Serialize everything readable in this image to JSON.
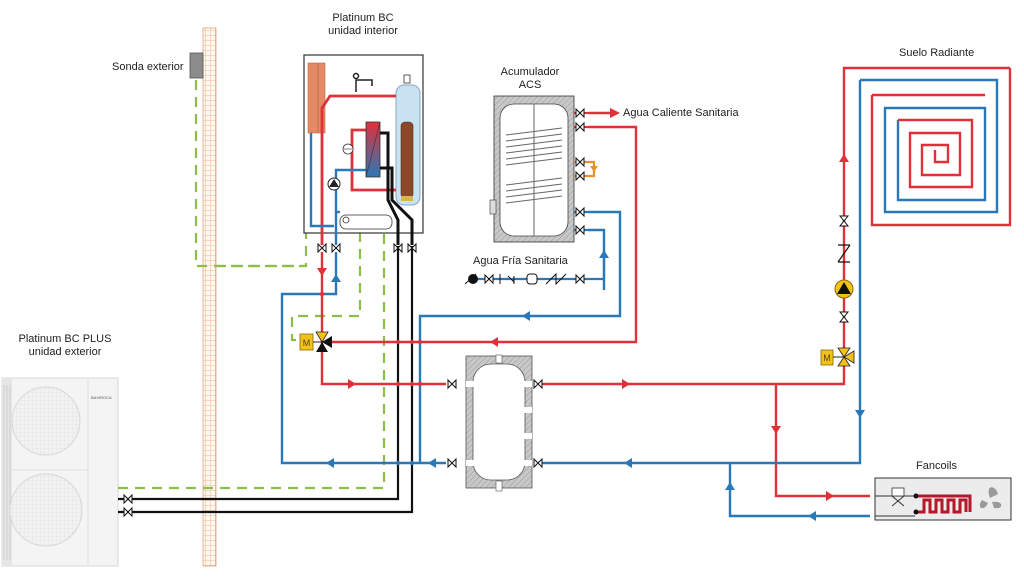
{
  "diagram": {
    "type": "heat-pump hydraulic schematic",
    "labels": {
      "indoor_unit_line1": "Platinum BC",
      "indoor_unit_line2": "unidad interior",
      "outdoor_unit_line1": "Platinum BC PLUS",
      "outdoor_unit_line2": "unidad exterior",
      "outdoor_sensor": "Sonda exterior",
      "dhw_tank_line1": "Acumulador",
      "dhw_tank_line2": "ACS",
      "hot_water_out": "Agua Caliente Sanitaria",
      "cold_water_in": "Agua Fría Sanitaria",
      "underfloor": "Suelo Radiante",
      "fancoils": "Fancoils",
      "outdoor_brand": "BAXIROCA",
      "motor_valve": "M"
    },
    "colors": {
      "supply": "#e0303a",
      "return": "#2b78b8",
      "refrigerant": "#111111",
      "signal": "#8cbf4a",
      "dhw_recirc": "#e8902a",
      "component_yellow": "#f2c21b",
      "wall": "#e9a77a"
    },
    "components": [
      "outdoor-unit",
      "wall",
      "outdoor-sensor",
      "indoor-unit",
      "diverter-valve-dhw",
      "dhw-tank",
      "buffer-tank",
      "underfloor-circuit",
      "mixing-valve",
      "circulator-pump",
      "check-valve",
      "fancoil",
      "cold-water-inlet-assembly"
    ]
  }
}
